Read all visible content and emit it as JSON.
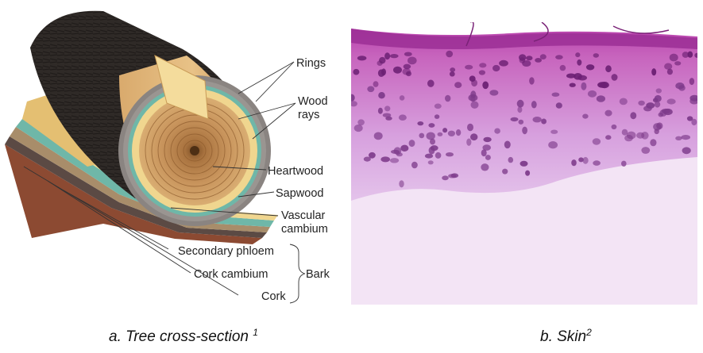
{
  "figure_a": {
    "labels": {
      "rings": "Rings",
      "wood_rays_1": "Wood",
      "wood_rays_2": "rays",
      "heartwood": "Heartwood",
      "sapwood": "Sapwood",
      "vascular_cambium_1": "Vascular",
      "vascular_cambium_2": "cambium",
      "secondary_phloem": "Secondary phloem",
      "cork_cambium": "Cork cambium",
      "cork": "Cork",
      "bark": "Bark"
    },
    "caption": "a. Tree cross-section ",
    "caption_sup": "1"
  },
  "figure_b": {
    "caption": "b. Skin",
    "caption_sup": "2"
  },
  "colors": {
    "bark": "#2f2a27",
    "cork": "#8c4a32",
    "phloem": "#6fb7a8",
    "sapwood": "#f0d68f",
    "heartwood": "#c9955b",
    "stain_dark": "#9b2f95",
    "stain_light": "#e6c7ec"
  }
}
